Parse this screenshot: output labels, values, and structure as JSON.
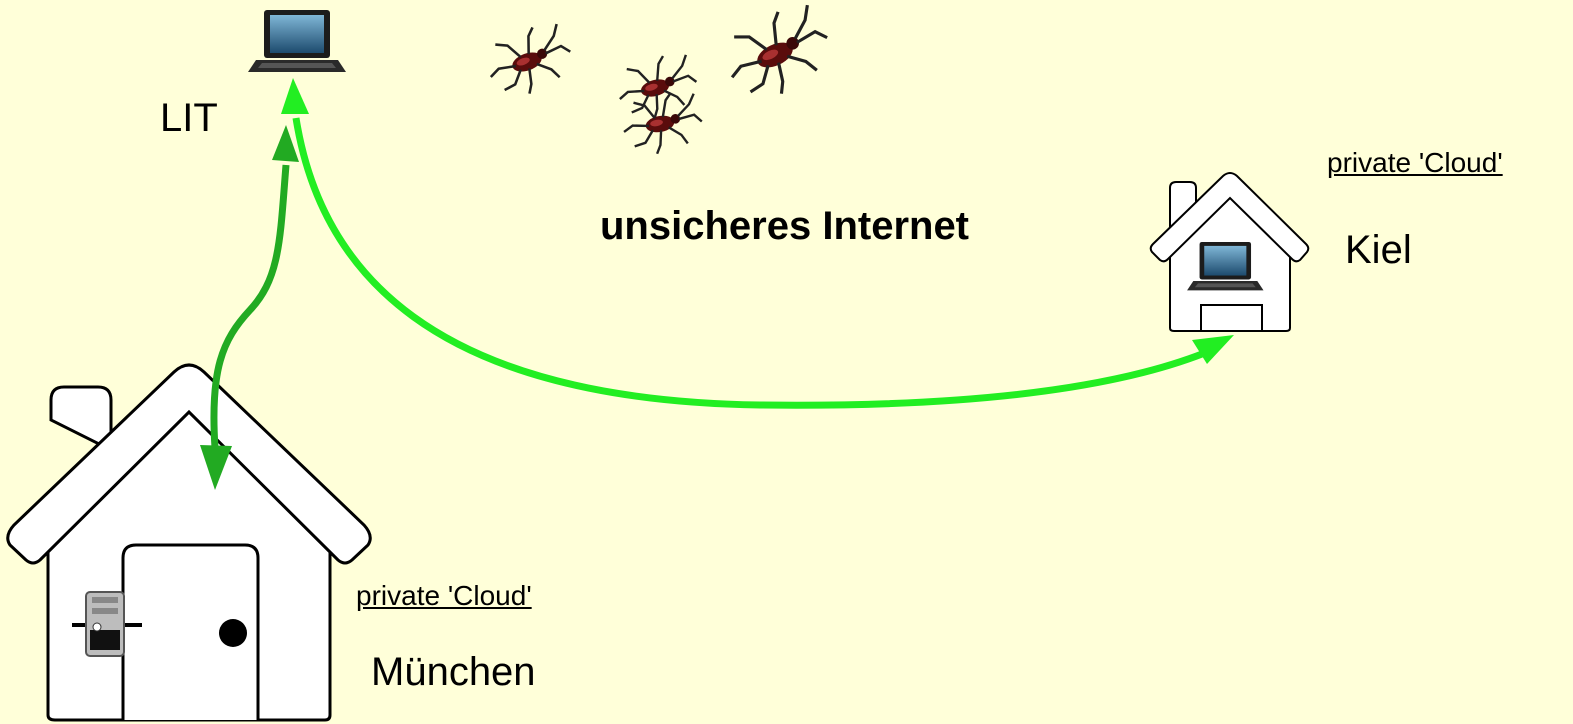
{
  "labels": {
    "lit": "LIT",
    "internet": "unsicheres Internet",
    "kiel": "Kiel",
    "muenchen": "München",
    "cloud_muenchen": "private 'Cloud'",
    "cloud_kiel": "private 'Cloud'"
  },
  "colors": {
    "background": "#ffffd9",
    "arrow_bright": "#22ee22",
    "arrow_dark": "#22aa22",
    "bug_body": "#6b1010"
  },
  "icons": [
    "laptop-icon",
    "server-icon",
    "house-icon",
    "bug-icon"
  ]
}
